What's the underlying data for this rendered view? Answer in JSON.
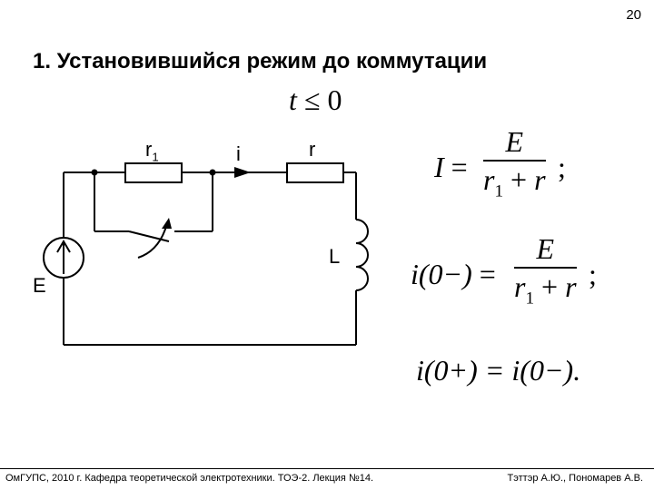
{
  "page_number": "20",
  "title": "1. Установившийся режим до коммутации",
  "condition": {
    "var": "t",
    "op": "≤",
    "value": "0"
  },
  "circuit": {
    "labels": {
      "r1": "r",
      "r1_sub": "1",
      "i": "i",
      "r": "r",
      "L": "L",
      "E": "E"
    }
  },
  "formulas": {
    "f1": {
      "lhs": "I",
      "eq": "=",
      "num": "E",
      "den_a": "r",
      "den_a_sub": "1",
      "den_plus": "+",
      "den_b": "r",
      "tail": ";"
    },
    "f2": {
      "lhs": "i(0−)",
      "eq": "=",
      "num": "E",
      "den_a": "r",
      "den_a_sub": "1",
      "den_plus": "+",
      "den_b": "r",
      "tail": ";"
    },
    "f3": {
      "text": "i(0+) = i(0−)."
    }
  },
  "footer": {
    "left": "ОмГУПС, 2010 г. Кафедра теоретической электротехники. ТОЭ-2. Лекция №14.",
    "right": "Тэттэр А.Ю., Пономарев А.В."
  }
}
